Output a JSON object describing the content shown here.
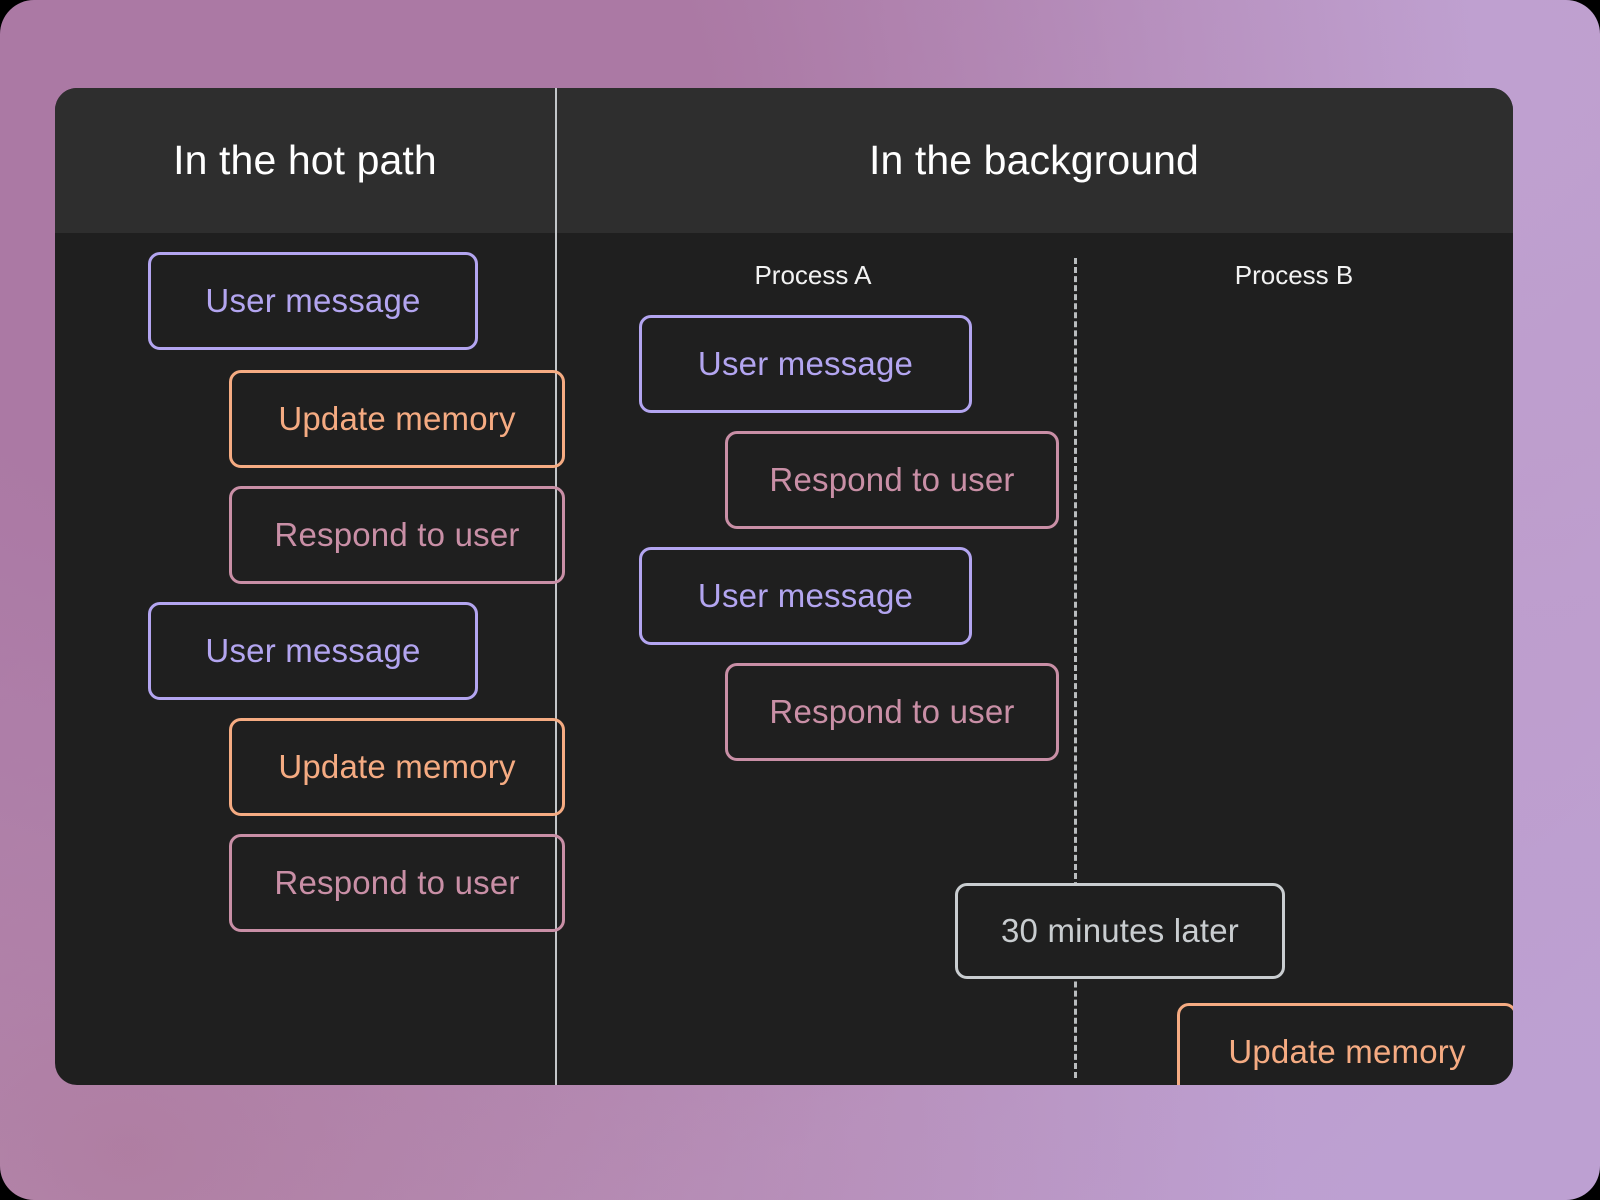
{
  "diagram": {
    "columns": [
      {
        "id": "hot-path",
        "title": "In the hot path"
      },
      {
        "id": "background",
        "title": "In the background"
      }
    ],
    "processes": [
      {
        "id": "process-a",
        "label": "Process A"
      },
      {
        "id": "process-b",
        "label": "Process B"
      }
    ],
    "hot_path_steps": [
      {
        "label": "User message",
        "kind": "user",
        "color": "#b3a5f0"
      },
      {
        "label": "Update memory",
        "kind": "memory",
        "color": "#f5ab82"
      },
      {
        "label": "Respond to user",
        "kind": "respond",
        "color": "#c98fa6"
      },
      {
        "label": "User message",
        "kind": "user",
        "color": "#b3a5f0"
      },
      {
        "label": "Update memory",
        "kind": "memory",
        "color": "#f5ab82"
      },
      {
        "label": "Respond to user",
        "kind": "respond",
        "color": "#c98fa6"
      }
    ],
    "process_a_steps": [
      {
        "label": "User message",
        "kind": "user",
        "color": "#b3a5f0"
      },
      {
        "label": "Respond to user",
        "kind": "respond",
        "color": "#c98fa6"
      },
      {
        "label": "User message",
        "kind": "user",
        "color": "#b3a5f0"
      },
      {
        "label": "Respond to user",
        "kind": "respond",
        "color": "#c98fa6"
      },
      {
        "label": "30 minutes later",
        "kind": "time",
        "color": "#c9cdd0"
      }
    ],
    "process_b_steps": [
      {
        "label": "Update memory",
        "kind": "memory",
        "color": "#f5ab82"
      }
    ],
    "palette": {
      "page_gradient_start": "#ab7aa5",
      "page_gradient_end": "#bda0d2",
      "panel_background": "#1f1f1f",
      "header_background": "#2e2e2e",
      "divider": "#c3c6c9",
      "dashed_divider": "#b9bcbe",
      "user_message": "#b3a5f0",
      "update_memory": "#f5ab82",
      "respond_to_user": "#c98fa6",
      "time_marker": "#c9cdd0",
      "header_text": "#ffffff"
    }
  }
}
